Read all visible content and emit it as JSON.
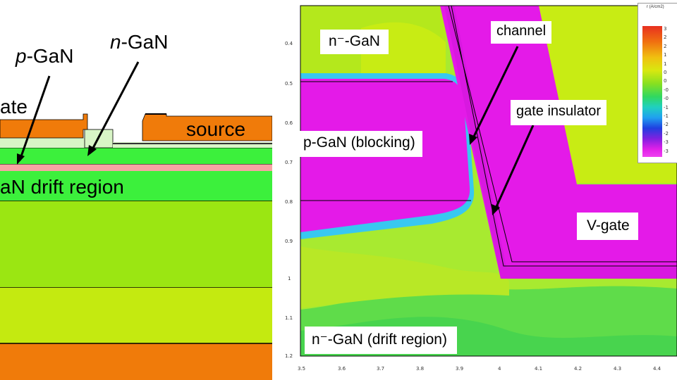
{
  "left": {
    "labels": {
      "p_gan": "p-GaN",
      "n_gan": "n-GaN",
      "gate": "ate",
      "source": "source",
      "drift": "aN drift region"
    }
  },
  "right": {
    "labels": {
      "n_gan_top": "n⁻-GaN",
      "channel": "channel",
      "gate_insulator": "gate insulator",
      "p_gan_blocking": "p-GaN (blocking)",
      "v_gate": "V-gate",
      "drift_region": "n⁻-GaN (drift region)"
    },
    "colorbar_title": "r (A/cm2)",
    "colorbar_labels": [
      "3",
      "2",
      "2",
      "1",
      "1",
      "0",
      "0",
      "-0",
      "-0",
      "-1",
      "-1",
      "-2",
      "-2",
      "-3",
      "-3"
    ],
    "y_ticks": [
      "0.4",
      "0.5",
      "0.6",
      "0.7",
      "0.8",
      "0.9",
      "1",
      "1.1",
      "1.2"
    ],
    "x_ticks": [
      "3.5",
      "3.6",
      "3.7",
      "3.8",
      "3.9",
      "4",
      "4.1",
      "4.2",
      "4.3",
      "4.4"
    ]
  },
  "colors": {
    "orange": "#f07b0a",
    "bright_green": "#3cf03c",
    "lime": "#9be612",
    "yellow_green": "#c4ea10",
    "pink": "#f8a4a4",
    "pale_green": "#d8f5c6",
    "magenta": "#e41ae8",
    "contour_bg": "#a8ea30"
  }
}
